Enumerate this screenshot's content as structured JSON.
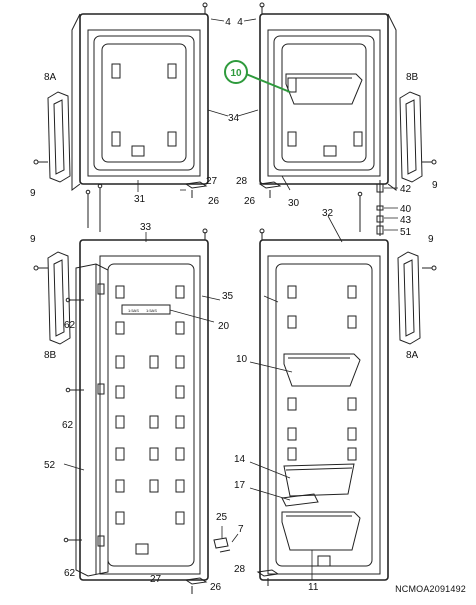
{
  "labels": {
    "l4a": "4",
    "l4b": "4",
    "l8a_left": "8A",
    "l8b_right": "8B",
    "l10_hi": "10",
    "l34": "34",
    "l9a": "9",
    "l9b": "9",
    "l31": "31",
    "l27a": "27",
    "l28a": "28",
    "l26a": "26",
    "l26b": "26",
    "l30": "30",
    "l42": "42",
    "l40": "40",
    "l43": "43",
    "l51": "51",
    "l33": "33",
    "l32": "32",
    "l9c": "9",
    "l9d": "9",
    "l35": "35",
    "l20": "20",
    "l62a": "62",
    "l8b_left": "8B",
    "l8a_right": "8A",
    "l10": "10",
    "l62b": "62",
    "l52": "52",
    "l14": "14",
    "l17": "17",
    "l25": "25",
    "l7": "7",
    "l62c": "62",
    "l27b": "27",
    "l28b": "28",
    "l26c": "26",
    "l11": "11"
  },
  "control_panel": {
    "text_a": "1:5AS",
    "text_b": "1:5AS"
  },
  "drawing_code": "NCMOA2091492",
  "colors": {
    "line": "#222222",
    "highlight": "#2e9a3c"
  }
}
